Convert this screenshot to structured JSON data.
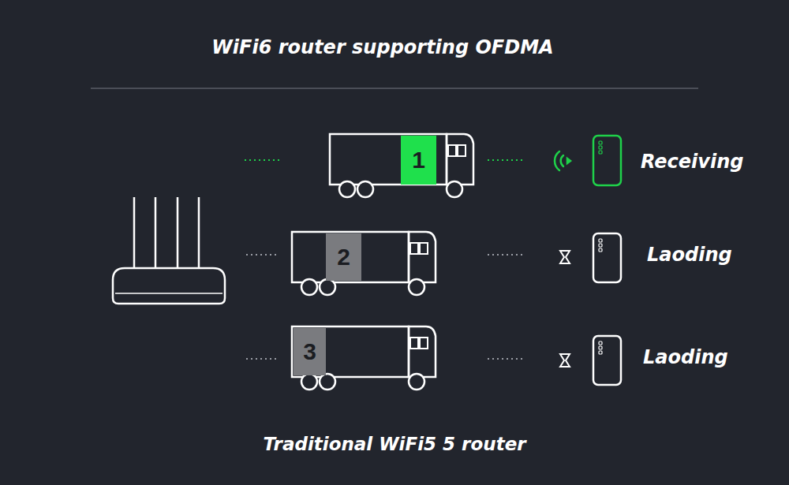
{
  "diagram": {
    "title": "WiFi6 router supporting OFDMA",
    "caption": "Traditional WiFi5 5 router",
    "nodes": [
      {
        "text": [
          "1"
        ]
      },
      {
        "text": [
          "2"
        ]
      },
      {
        "text": [
          "3"
        ]
      }
    ],
    "labels": [
      "Receiving",
      "Laoding",
      "Laoding"
    ]
  }
}
